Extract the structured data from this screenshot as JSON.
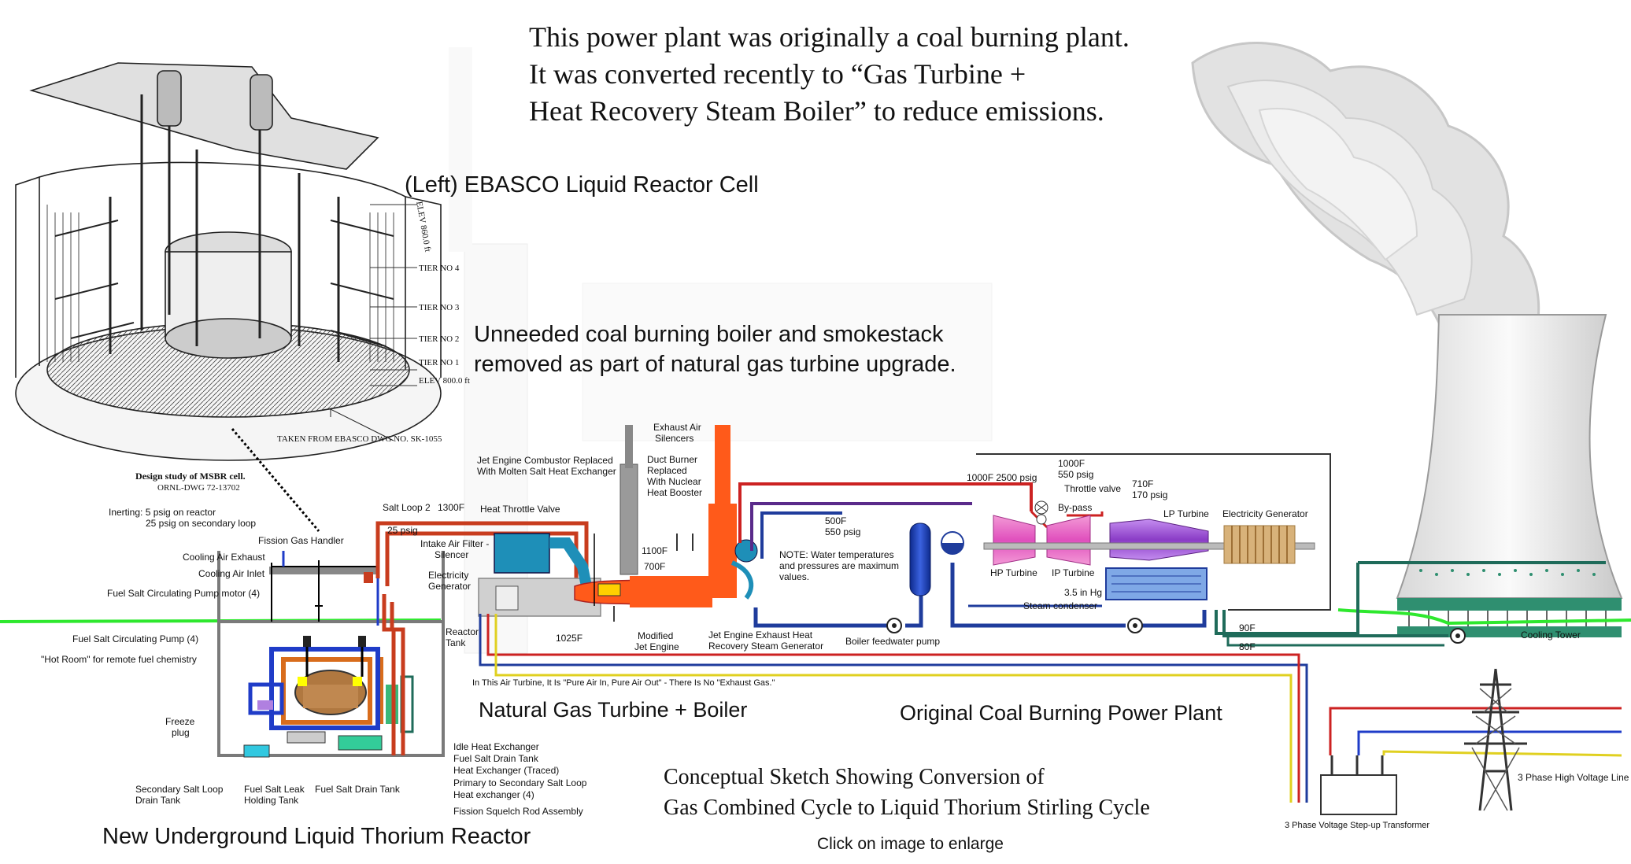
{
  "headline": {
    "line1": "This power plant was originally a coal burning plant.",
    "line2": "It was converted recently to “Gas Turbine +",
    "line3": "Heat Recovery Steam Boiler” to reduce emissions."
  },
  "reactor_cell": {
    "caption": "(Left) EBASCO Liquid Reactor Cell",
    "elev_labels": [
      "ELEV 860.0 ft",
      "TIER NO 4",
      "TIER NO 3",
      "TIER NO 2",
      "TIER NO 1",
      "ELEV 800.0 ft"
    ],
    "source_note": "TAKEN FROM EBASCO DWG NO. SK-1055",
    "design_title": "Design study of MSBR cell.",
    "design_sub": "ORNL-DWG 72-13702"
  },
  "boiler_note": {
    "line1": "Unneeded coal burning boiler and smokestack",
    "line2": "removed as part of natural gas turbine upgrade."
  },
  "reactor_labels": {
    "inerting_1": "Inerting:   5 psig on reactor",
    "inerting_2": "25 psig on secondary loop",
    "fission_gas": "Fission Gas Handler",
    "cooling_exhaust": "Cooling Air Exhaust",
    "cooling_inlet": "Cooling Air Inlet",
    "pump_motor": "Fuel Salt Circulating Pump motor (4)",
    "pump": "Fuel Salt Circulating Pump (4)",
    "hot_room": "\"Hot Room\" for remote fuel chemistry",
    "freeze_1": "Freeze",
    "freeze_2": "plug",
    "reactor_tank_1": "Reactor",
    "reactor_tank_2": "Tank",
    "idle_hx": "Idle Heat Exchanger",
    "drain_hx_1": "Fuel Salt Drain Tank",
    "drain_hx_2": "Heat Exchanger  (Traced)",
    "primary_1": "Primary to Secondary Salt Loop",
    "primary_2": "Heat exchanger (4)",
    "squelch": "Fission Squelch Rod Assembly",
    "sec_drain_1": "Secondary Salt Loop",
    "sec_drain_2": "Drain Tank",
    "leak_1": "Fuel Salt Leak",
    "leak_2": "Holding Tank",
    "fuel_drain": "Fuel Salt Drain Tank",
    "title": "New Underground Liquid Thorium Reactor"
  },
  "gas_turbine": {
    "salt_loop": "Salt Loop 2",
    "temp_1300": "1300F",
    "psig_25": "25 psig",
    "throttle": "Heat Throttle Valve",
    "combustor_1": "Jet Engine Combustor Replaced",
    "combustor_2": "With Molten Salt Heat Exchanger",
    "exhaust_1": "Exhaust Air",
    "exhaust_2": "Silencers",
    "duct_1": "Duct Burner",
    "duct_2": "Replaced",
    "duct_3": "With Nuclear",
    "duct_4": "Heat Booster",
    "intake_1": "Intake Air Filter -",
    "intake_2": "Silencer",
    "gen_1": "Electricity",
    "gen_2": "Generator",
    "temp_1100": "1100F",
    "temp_700": "700F",
    "temp_1025": "1025F",
    "modified_1": "Modified",
    "modified_2": "Jet Engine",
    "hrsg_1": "Jet Engine Exhaust Heat",
    "hrsg_2": "Recovery Steam Generator",
    "air_note": "In This Air Turbine, It Is \"Pure Air In, Pure Air Out\" - There Is No \"Exhaust Gas.\"",
    "title": "Natural Gas Turbine + Boiler"
  },
  "coal_plant": {
    "main_steam": "1000F  2500 psig",
    "rh_temp": "1000F",
    "rh_psig": "550 psig",
    "throttle": "Throttle valve",
    "bypass": "By-pass",
    "lp_temp": "710F",
    "lp_psig": "170 psig",
    "lp_turbine": "LP Turbine",
    "elec_gen": "Electricity Generator",
    "cold_temp": "500F",
    "cold_psig": "550 psig",
    "note_1": "NOTE: Water temperatures",
    "note_2": "and pressures are maximum",
    "note_3": "values.",
    "hp": "HP Turbine",
    "ip": "IP Turbine",
    "vac": "3.5 in Hg",
    "condenser": "Steam condenser",
    "feedpump": "Boiler feedwater pump",
    "t90": "90F",
    "t80": "80F",
    "cooling_tower": "Cooling Tower",
    "title": "Original Coal Burning Power Plant"
  },
  "grid": {
    "hv_line": "3 Phase High Voltage Line",
    "transformer": "3 Phase Voltage Step-up Transformer"
  },
  "footer": {
    "line1": "Conceptual Sketch Showing Conversion of",
    "line2": "Gas Combined Cycle to Liquid Thorium Stirling Cycle",
    "click": "Click on image to enlarge"
  },
  "colors": {
    "salt_loop": "#c83c1e",
    "steam_hot": "#cc2222",
    "water": "#1f3c9c",
    "cooling_water": "#1f6b5a",
    "ground": "#2ee82e",
    "turbine_hp": "#e85fc2",
    "turbine_lp": "#9a4ad0",
    "generator_ring": "#d8b27a",
    "jet_engine": "#ff5a1a"
  }
}
